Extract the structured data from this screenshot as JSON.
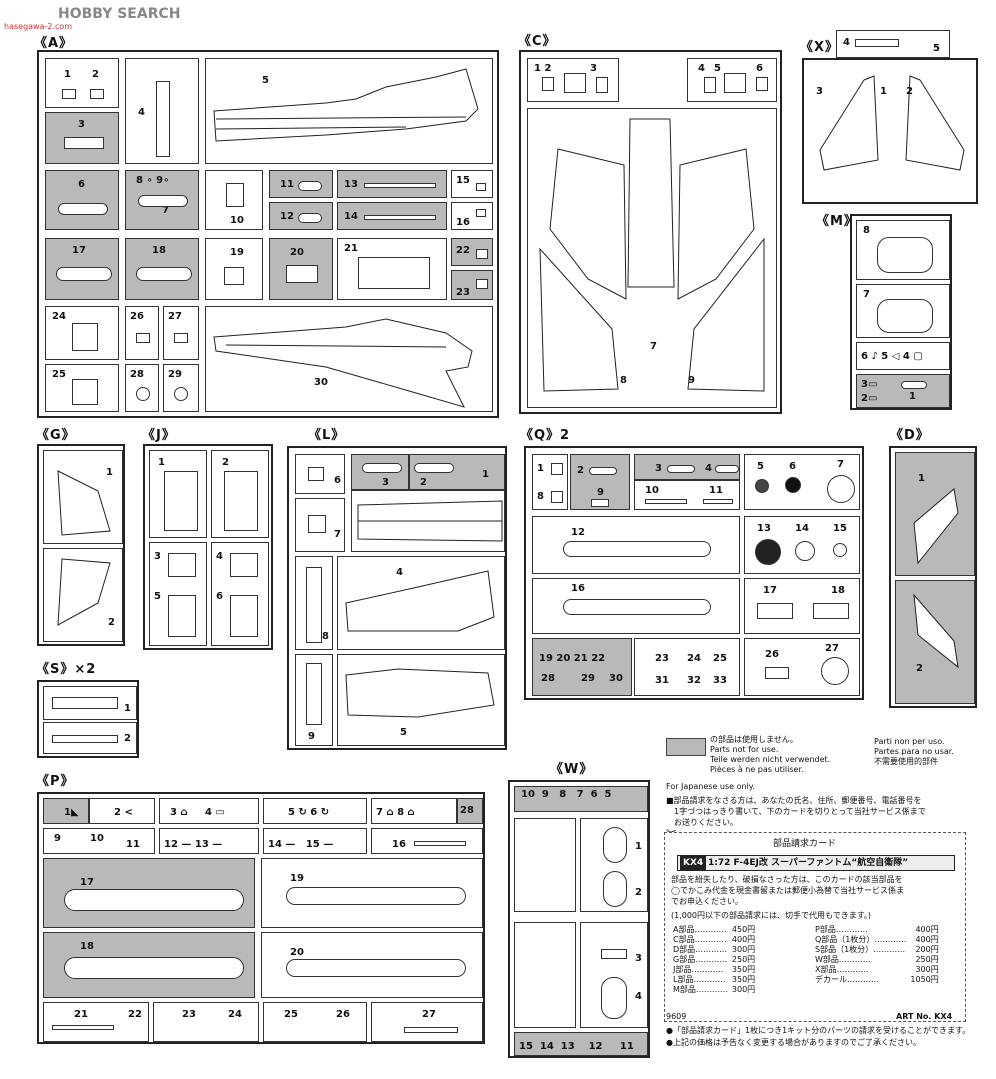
{
  "watermark": {
    "brand": "HOBBY SEARCH",
    "site": "hasegawa-2.com"
  },
  "sprues": {
    "A": {
      "label": "《A》"
    },
    "C": {
      "label": "《C》"
    },
    "X": {
      "label": "《X》"
    },
    "M": {
      "label": "《M》"
    },
    "G": {
      "label": "《G》"
    },
    "J": {
      "label": "《J》"
    },
    "L": {
      "label": "《L》"
    },
    "Q": {
      "label": "《Q》2"
    },
    "D": {
      "label": "《D》"
    },
    "S": {
      "label": "《S》×2"
    },
    "P": {
      "label": "《P》"
    },
    "W": {
      "label": "《W》"
    }
  },
  "legend": {
    "jp": "の部品は使用しません。",
    "en": "Parts not for use.",
    "de": "Teile werden nicht verwendet.",
    "fr": "Pièces à ne pas utiliser.",
    "it": "Parti non per uso.",
    "es": "Partes para no usar.",
    "cn": "不需要使用的部件"
  },
  "order": {
    "for_japanese": "For Japanese use only.",
    "note1": "■部品請求をなさる方は、あなたの氏名、住所、郵便番号、電話番号を",
    "note2": "1字づつはっきり書いて、下のカードを切りとって当社サービス係まで",
    "note3": "お送りください。",
    "card_title": "部品請求カード",
    "product_code": "KX4",
    "product_name": "1:72 F-4EJ改 スーパーファントム“航空自衛隊”",
    "body1": "部品を紛失したり、破損なさった方は、このカードの該当部品を",
    "body2": "◯でかこみ代金を現金書留または郵便小為替で当社サービス係ま",
    "body3": "でお申込ください。",
    "body4": "(1,000円以下の部品請求には、切手で代用もできます。)",
    "prices_left": [
      {
        "part": "A部品",
        "price": "450円"
      },
      {
        "part": "C部品",
        "price": "400円"
      },
      {
        "part": "D部品",
        "price": "300円"
      },
      {
        "part": "G部品",
        "price": "250円"
      },
      {
        "part": "J部品",
        "price": "350円"
      },
      {
        "part": "L部品",
        "price": "350円"
      },
      {
        "part": "M部品",
        "price": "300円"
      }
    ],
    "prices_right": [
      {
        "part": "P部品",
        "price": "400円"
      },
      {
        "part": "Q部品（1枚分）",
        "price": "400円"
      },
      {
        "part": "S部品（1枚分）",
        "price": "200円"
      },
      {
        "part": "W部品",
        "price": "250円"
      },
      {
        "part": "X部品",
        "price": "300円"
      },
      {
        "part": "デカール",
        "price": "1050円"
      }
    ],
    "code": "9609",
    "art_no": "ART No. KX4",
    "foot1": "●「部品請求カード」1枚につき1キット分のパーツの請求を受けることができます。",
    "foot2": "●上記の価格は予告なく変更する場合がありますのでご了承ください。"
  }
}
